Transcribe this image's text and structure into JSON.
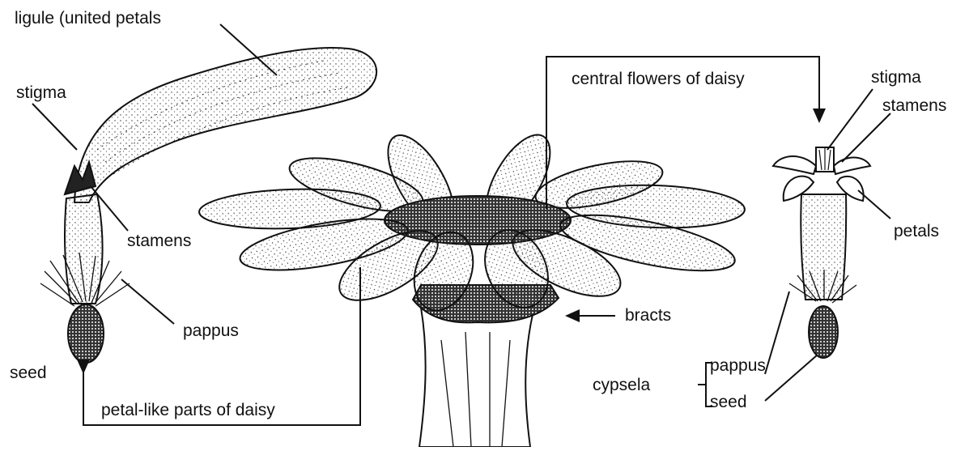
{
  "labels": {
    "ligule": "ligule (united petals",
    "stigma_left": "stigma",
    "stamens_left": "stamens",
    "pappus_left": "pappus",
    "seed_left": "seed",
    "petal_like": "petal-like parts of daisy",
    "central_flowers": "central flowers of daisy",
    "bracts": "bracts",
    "stigma_right": "stigma",
    "stamens_right": "stamens",
    "petals": "petals",
    "cypsela": "cypsela",
    "pappus_right": "pappus",
    "seed_right": "seed"
  },
  "colors": {
    "ink": "#111111",
    "paper": "#ffffff"
  }
}
